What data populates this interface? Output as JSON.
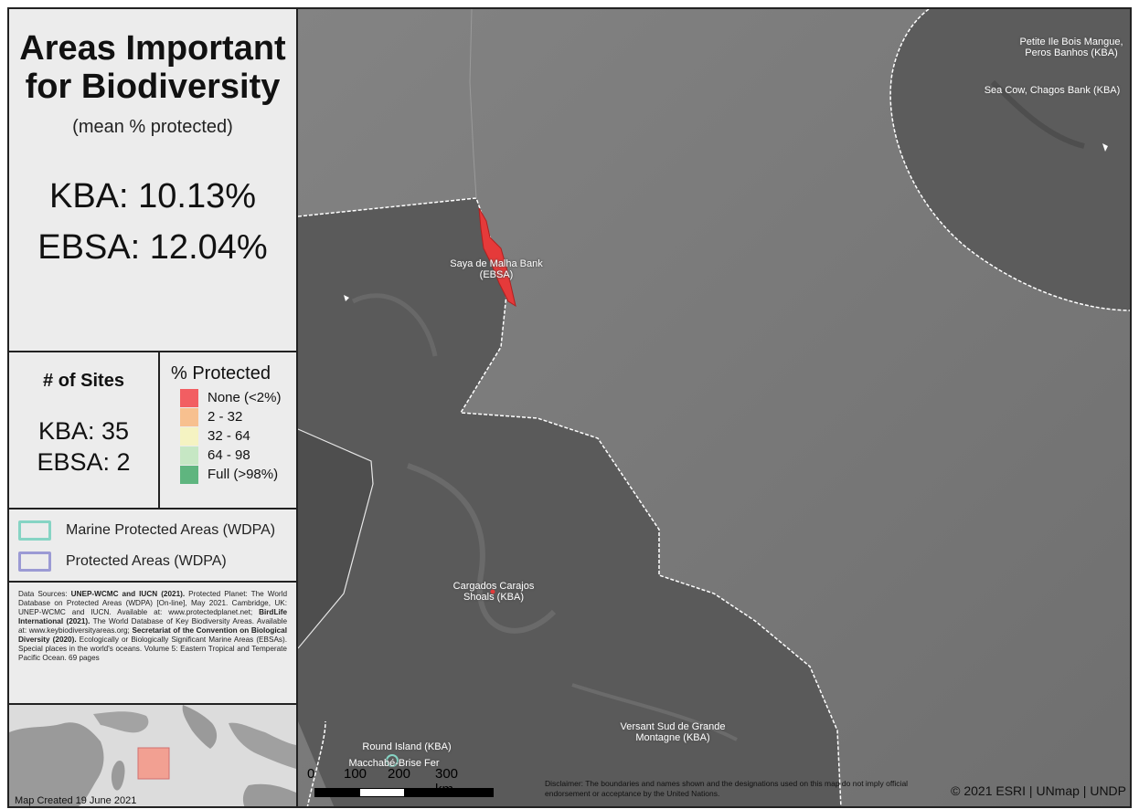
{
  "panel": {
    "title": "Areas Important for Biodiversity",
    "subtitle": "(mean % protected)",
    "kba_stat": "KBA: 10.13%",
    "ebsa_stat": "EBSA: 12.04%"
  },
  "sites": {
    "title": "# of Sites",
    "kba": "KBA: 35",
    "ebsa": "EBSA: 2"
  },
  "legend": {
    "title": "% Protected",
    "items": [
      {
        "label": "None (<2%)",
        "color": "#f25e62"
      },
      {
        "label": "2 - 32",
        "color": "#f7c08f"
      },
      {
        "label": "32 - 64",
        "color": "#f5f3c2"
      },
      {
        "label": "64 - 98",
        "color": "#c6e7c4"
      },
      {
        "label": "Full (>98%)",
        "color": "#5fb57f"
      }
    ]
  },
  "protected_areas": {
    "marine": "Marine Protected Areas (WDPA)",
    "terrestrial": "Protected Areas (WDPA)"
  },
  "sources": {
    "p1": "Data Sources: ",
    "b1": "UNEP-WCMC and IUCN (2021).",
    "p2": " Protected Planet: The World Database on Protected Areas (WDPA) [On-line], May 2021. Cambridge, UK: UNEP-WCMC and IUCN. Available at: www.protectedplanet.net; ",
    "b2": "BirdLife International (2021).",
    "p3": " The World Database of Key Biodiversity Areas. Available at: www.keybiodiversityareas.org; ",
    "b3": "Secretariat of the Convention on Biological Diversity (2020).",
    "p4": " Ecologically or Biologically Significant Marine Areas (EBSAs). Special places in the world's oceans. Volume 5: Eastern Tropical and Temperate Pacific Ocean. 69 pages"
  },
  "inset": {
    "created": "Map Created 19 June 2021"
  },
  "map": {
    "labels": {
      "petite": "Petite Ile Bois Mangue, Peros Banhos (KBA)",
      "seacow": "Sea Cow, Chagos Bank (KBA)",
      "saya": "Saya de Malha Bank (EBSA)",
      "cargados": "Cargados Carajos Shoals (KBA)",
      "versant": "Versant Sud de Grande Montagne (KBA)",
      "round": "Round Island (KBA)",
      "macchabe": "Macchabé-Brise Fer"
    },
    "scale": {
      "t0": "0",
      "t1": "100",
      "t2": "200",
      "t3": "300 km"
    },
    "disclaimer": "Disclaimer: The boundaries and names shown and the designations used on this map do not imply official endorsement or acceptance by the United Nations.",
    "credit": "© 2021 ESRI | UNmap | UNDP"
  }
}
